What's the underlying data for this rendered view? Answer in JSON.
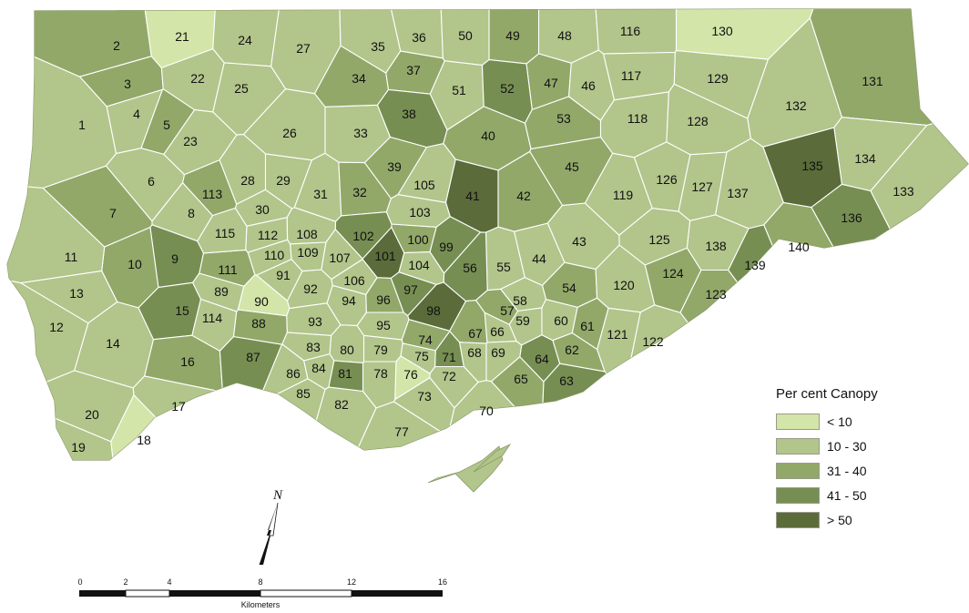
{
  "legend": {
    "title": "Per cent Canopy",
    "classes": [
      {
        "label": "< 10",
        "color": "#d3e5a8"
      },
      {
        "label": "10 - 30",
        "color": "#b2c58b"
      },
      {
        "label": "31 - 40",
        "color": "#92a869"
      },
      {
        "label": "41 - 50",
        "color": "#778e53"
      },
      {
        "label": "> 50",
        "color": "#5b6b3a"
      }
    ]
  },
  "north_arrow": {
    "label": "N"
  },
  "scale_bar": {
    "ticks": [
      "0",
      "2",
      "4",
      "8",
      "12",
      "16"
    ],
    "unit": "Kilometers"
  },
  "neighbourhoods": [
    {
      "id": "1",
      "class": 1
    },
    {
      "id": "2",
      "class": 2
    },
    {
      "id": "3",
      "class": 2
    },
    {
      "id": "4",
      "class": 1
    },
    {
      "id": "5",
      "class": 2
    },
    {
      "id": "6",
      "class": 1
    },
    {
      "id": "7",
      "class": 2
    },
    {
      "id": "8",
      "class": 1
    },
    {
      "id": "9",
      "class": 3
    },
    {
      "id": "10",
      "class": 2
    },
    {
      "id": "11",
      "class": 1
    },
    {
      "id": "12",
      "class": 1
    },
    {
      "id": "13",
      "class": 1
    },
    {
      "id": "14",
      "class": 1
    },
    {
      "id": "15",
      "class": 3
    },
    {
      "id": "16",
      "class": 2
    },
    {
      "id": "17",
      "class": 1
    },
    {
      "id": "18",
      "class": 0
    },
    {
      "id": "19",
      "class": 1
    },
    {
      "id": "20",
      "class": 1
    },
    {
      "id": "21",
      "class": 0
    },
    {
      "id": "22",
      "class": 1
    },
    {
      "id": "23",
      "class": 1
    },
    {
      "id": "24",
      "class": 1
    },
    {
      "id": "25",
      "class": 1
    },
    {
      "id": "26",
      "class": 1
    },
    {
      "id": "27",
      "class": 1
    },
    {
      "id": "28",
      "class": 1
    },
    {
      "id": "29",
      "class": 1
    },
    {
      "id": "30",
      "class": 1
    },
    {
      "id": "31",
      "class": 1
    },
    {
      "id": "32",
      "class": 2
    },
    {
      "id": "33",
      "class": 1
    },
    {
      "id": "34",
      "class": 2
    },
    {
      "id": "35",
      "class": 1
    },
    {
      "id": "36",
      "class": 1
    },
    {
      "id": "37",
      "class": 2
    },
    {
      "id": "38",
      "class": 3
    },
    {
      "id": "39",
      "class": 2
    },
    {
      "id": "40",
      "class": 2
    },
    {
      "id": "41",
      "class": 4
    },
    {
      "id": "42",
      "class": 2
    },
    {
      "id": "43",
      "class": 1
    },
    {
      "id": "44",
      "class": 1
    },
    {
      "id": "45",
      "class": 2
    },
    {
      "id": "46",
      "class": 1
    },
    {
      "id": "47",
      "class": 2
    },
    {
      "id": "48",
      "class": 1
    },
    {
      "id": "49",
      "class": 2
    },
    {
      "id": "50",
      "class": 1
    },
    {
      "id": "51",
      "class": 1
    },
    {
      "id": "52",
      "class": 3
    },
    {
      "id": "53",
      "class": 2
    },
    {
      "id": "54",
      "class": 2
    },
    {
      "id": "55",
      "class": 1
    },
    {
      "id": "56",
      "class": 3
    },
    {
      "id": "57",
      "class": 2
    },
    {
      "id": "58",
      "class": 1
    },
    {
      "id": "59",
      "class": 1
    },
    {
      "id": "60",
      "class": 1
    },
    {
      "id": "61",
      "class": 2
    },
    {
      "id": "62",
      "class": 2
    },
    {
      "id": "63",
      "class": 3
    },
    {
      "id": "64",
      "class": 3
    },
    {
      "id": "65",
      "class": 2
    },
    {
      "id": "66",
      "class": 1
    },
    {
      "id": "67",
      "class": 2
    },
    {
      "id": "68",
      "class": 1
    },
    {
      "id": "69",
      "class": 1
    },
    {
      "id": "70",
      "class": 1
    },
    {
      "id": "71",
      "class": 3
    },
    {
      "id": "72",
      "class": 1
    },
    {
      "id": "73",
      "class": 1
    },
    {
      "id": "74",
      "class": 2
    },
    {
      "id": "75",
      "class": 1
    },
    {
      "id": "76",
      "class": 0
    },
    {
      "id": "77",
      "class": 1
    },
    {
      "id": "78",
      "class": 1
    },
    {
      "id": "79",
      "class": 1
    },
    {
      "id": "80",
      "class": 1
    },
    {
      "id": "81",
      "class": 3
    },
    {
      "id": "82",
      "class": 1
    },
    {
      "id": "83",
      "class": 1
    },
    {
      "id": "84",
      "class": 1
    },
    {
      "id": "85",
      "class": 1
    },
    {
      "id": "86",
      "class": 1
    },
    {
      "id": "87",
      "class": 3
    },
    {
      "id": "88",
      "class": 2
    },
    {
      "id": "89",
      "class": 1
    },
    {
      "id": "90",
      "class": 0
    },
    {
      "id": "91",
      "class": 1
    },
    {
      "id": "92",
      "class": 1
    },
    {
      "id": "93",
      "class": 1
    },
    {
      "id": "94",
      "class": 1
    },
    {
      "id": "95",
      "class": 1
    },
    {
      "id": "96",
      "class": 2
    },
    {
      "id": "97",
      "class": 3
    },
    {
      "id": "98",
      "class": 4
    },
    {
      "id": "99",
      "class": 3
    },
    {
      "id": "100",
      "class": 2
    },
    {
      "id": "101",
      "class": 4
    },
    {
      "id": "102",
      "class": 3
    },
    {
      "id": "103",
      "class": 1
    },
    {
      "id": "104",
      "class": 1
    },
    {
      "id": "105",
      "class": 1
    },
    {
      "id": "106",
      "class": 1
    },
    {
      "id": "107",
      "class": 1
    },
    {
      "id": "108",
      "class": 1
    },
    {
      "id": "109",
      "class": 1
    },
    {
      "id": "110",
      "class": 1
    },
    {
      "id": "111",
      "class": 2
    },
    {
      "id": "112",
      "class": 1
    },
    {
      "id": "113",
      "class": 2
    },
    {
      "id": "114",
      "class": 1
    },
    {
      "id": "115",
      "class": 1
    },
    {
      "id": "116",
      "class": 1
    },
    {
      "id": "117",
      "class": 1
    },
    {
      "id": "118",
      "class": 1
    },
    {
      "id": "119",
      "class": 1
    },
    {
      "id": "120",
      "class": 1
    },
    {
      "id": "121",
      "class": 1
    },
    {
      "id": "122",
      "class": 1
    },
    {
      "id": "123",
      "class": 2
    },
    {
      "id": "124",
      "class": 2
    },
    {
      "id": "125",
      "class": 1
    },
    {
      "id": "126",
      "class": 1
    },
    {
      "id": "127",
      "class": 1
    },
    {
      "id": "128",
      "class": 1
    },
    {
      "id": "129",
      "class": 1
    },
    {
      "id": "130",
      "class": 0
    },
    {
      "id": "131",
      "class": 2
    },
    {
      "id": "132",
      "class": 1
    },
    {
      "id": "133",
      "class": 1
    },
    {
      "id": "134",
      "class": 1
    },
    {
      "id": "135",
      "class": 4
    },
    {
      "id": "136",
      "class": 3
    },
    {
      "id": "137",
      "class": 1
    },
    {
      "id": "138",
      "class": 1
    },
    {
      "id": "139",
      "class": 3
    },
    {
      "id": "140",
      "class": 2
    }
  ]
}
